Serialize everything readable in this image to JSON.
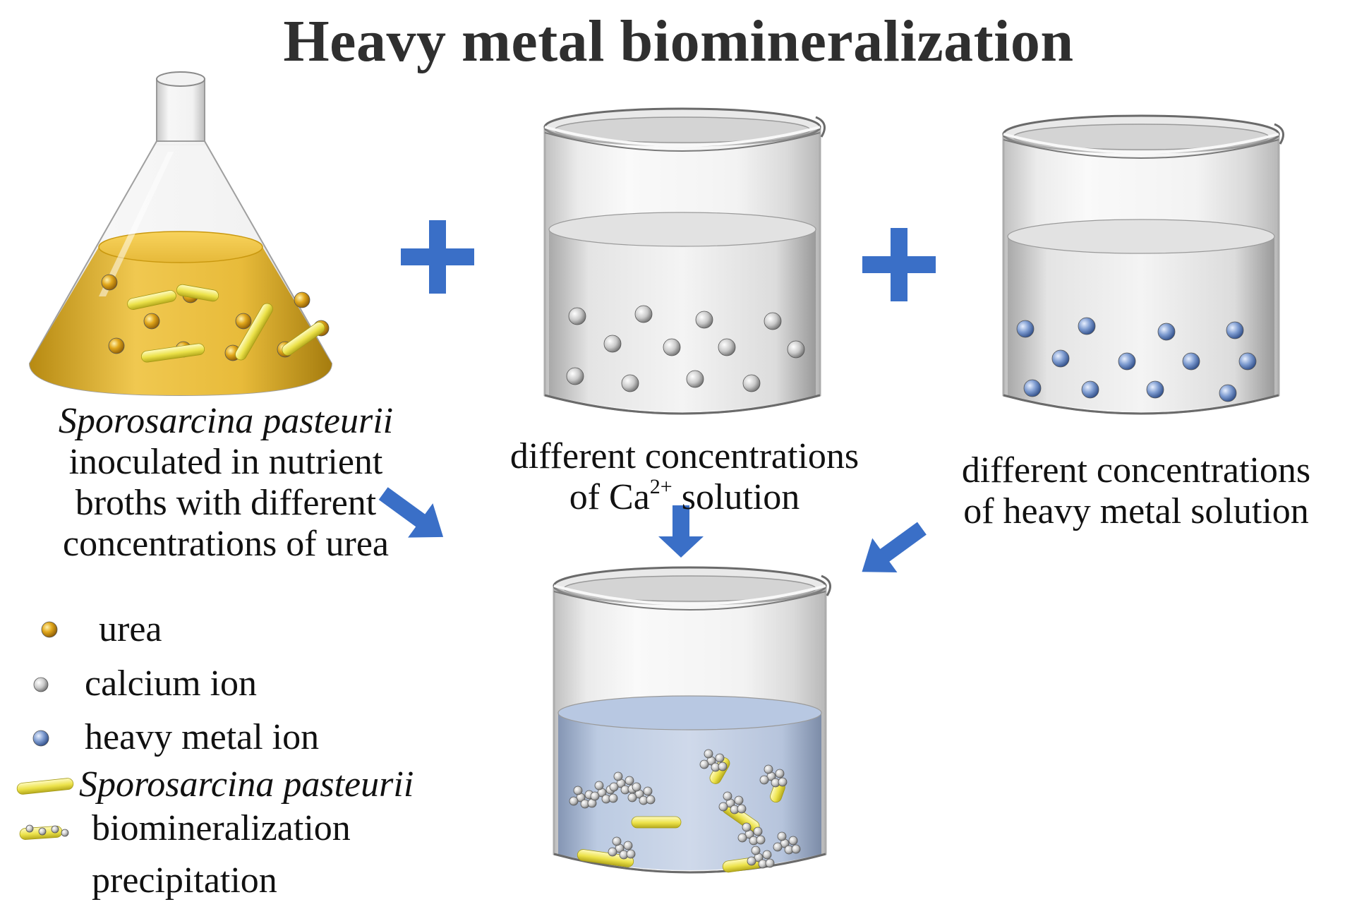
{
  "title": "Heavy metal biomineralization",
  "flask_caption": {
    "species": "Sporosarcina pasteurii",
    "rest_lines": [
      "inoculated in nutrient",
      "broths with different",
      "concentrations of urea"
    ]
  },
  "beaker_ca_caption": {
    "line1": "different concentrations",
    "line2_pre": "of Ca",
    "line2_sup": "2+",
    "line2_post": " solution"
  },
  "beaker_metal_caption": {
    "line1": "different concentrations",
    "line2": "of heavy metal solution"
  },
  "legend": {
    "urea": "urea",
    "calcium": "calcium ion",
    "heavy_metal": "heavy metal ion",
    "bacteria": "Sporosarcina pasteurii",
    "precip_line1": "biomineralization",
    "precip_line2": "precipitation"
  },
  "colors": {
    "arrow": "#3a6fc7",
    "broth": "#e0b63c",
    "urea": "#d4a020",
    "bacteria": "#f0e860",
    "calcium": "#c8c8c8",
    "heavy_metal": "#6f8fc8",
    "result_liquid": "#a9bedb"
  }
}
